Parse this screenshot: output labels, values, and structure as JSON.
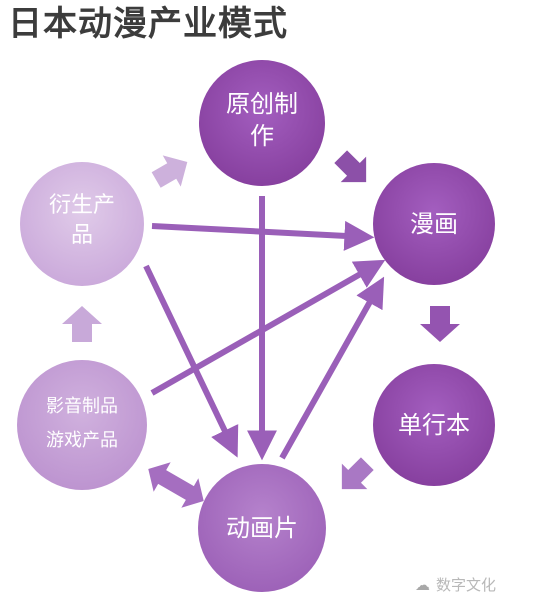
{
  "title": "日本动漫产业模式",
  "nodes": {
    "original": {
      "line1": "原创制",
      "line2": "作"
    },
    "manga": {
      "label": "漫画"
    },
    "volume": {
      "label": "单行本"
    },
    "anime": {
      "label": "动画片"
    },
    "media": {
      "line1": "影音制品",
      "line2": "游戏产品"
    },
    "derivative": {
      "line1": "衍生产",
      "line2": "品"
    }
  },
  "colors": {
    "dark": "#8e4aa8",
    "mid": "#a56cc0",
    "light": "#c4a0d6",
    "lighter": "#d6bde3",
    "arrow_dark": "#8c50a8",
    "arrow_light": "#c8a9d9"
  },
  "watermark": {
    "icon": "wechat-icon",
    "text": "数字文化"
  }
}
